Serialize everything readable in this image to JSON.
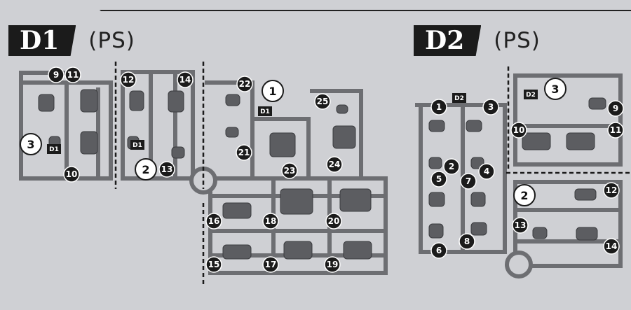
{
  "left_section": {
    "title": "D1",
    "subtitle": "(PS)"
  },
  "right_section": {
    "title": "D2",
    "subtitle": "(PS)"
  },
  "d1_parts": [
    {
      "id": "d1-9",
      "label": "9",
      "style": "filled"
    },
    {
      "id": "d1-11",
      "label": "11",
      "style": "filled"
    },
    {
      "id": "d1-3",
      "label": "3",
      "style": "open"
    },
    {
      "id": "d1-10",
      "label": "10",
      "style": "filled"
    },
    {
      "id": "d1-12",
      "label": "12",
      "style": "filled"
    },
    {
      "id": "d1-14",
      "label": "14",
      "style": "filled"
    },
    {
      "id": "d1-2",
      "label": "2",
      "style": "open"
    },
    {
      "id": "d1-13",
      "label": "13",
      "style": "filled"
    },
    {
      "id": "d1-22",
      "label": "22",
      "style": "filled"
    },
    {
      "id": "d1-1",
      "label": "1",
      "style": "open"
    },
    {
      "id": "d1-25",
      "label": "25",
      "style": "filled"
    },
    {
      "id": "d1-21",
      "label": "21",
      "style": "filled"
    },
    {
      "id": "d1-23",
      "label": "23",
      "style": "filled"
    },
    {
      "id": "d1-24",
      "label": "24",
      "style": "filled"
    },
    {
      "id": "d1-16",
      "label": "16",
      "style": "filled"
    },
    {
      "id": "d1-18",
      "label": "18",
      "style": "filled"
    },
    {
      "id": "d1-20",
      "label": "20",
      "style": "filled"
    },
    {
      "id": "d1-15",
      "label": "15",
      "style": "filled"
    },
    {
      "id": "d1-17",
      "label": "17",
      "style": "filled"
    },
    {
      "id": "d1-19",
      "label": "19",
      "style": "filled"
    }
  ],
  "d2_parts": [
    {
      "id": "d2-1",
      "label": "1",
      "style": "filled"
    },
    {
      "id": "d2-3",
      "label": "3",
      "style": "filled"
    },
    {
      "id": "d2-3o",
      "label": "3",
      "style": "open"
    },
    {
      "id": "d2-9",
      "label": "9",
      "style": "filled"
    },
    {
      "id": "d2-10",
      "label": "10",
      "style": "filled"
    },
    {
      "id": "d2-11",
      "label": "11",
      "style": "filled"
    },
    {
      "id": "d2-2",
      "label": "2",
      "style": "filled"
    },
    {
      "id": "d2-5",
      "label": "5",
      "style": "filled"
    },
    {
      "id": "d2-7",
      "label": "7",
      "style": "filled"
    },
    {
      "id": "d2-4",
      "label": "4",
      "style": "filled"
    },
    {
      "id": "d2-2o",
      "label": "2",
      "style": "open"
    },
    {
      "id": "d2-12",
      "label": "12",
      "style": "filled"
    },
    {
      "id": "d2-13",
      "label": "13",
      "style": "filled"
    },
    {
      "id": "d2-8",
      "label": "8",
      "style": "filled"
    },
    {
      "id": "d2-6",
      "label": "6",
      "style": "filled"
    },
    {
      "id": "d2-14",
      "label": "14",
      "style": "filled"
    }
  ],
  "runner_tags": {
    "d1": "D1",
    "d2": "D2"
  },
  "colors": {
    "background": "#cfd0d4",
    "runner": "#6d6e72",
    "part": "#5c5d61",
    "label_fill": "#1b1b1b"
  }
}
